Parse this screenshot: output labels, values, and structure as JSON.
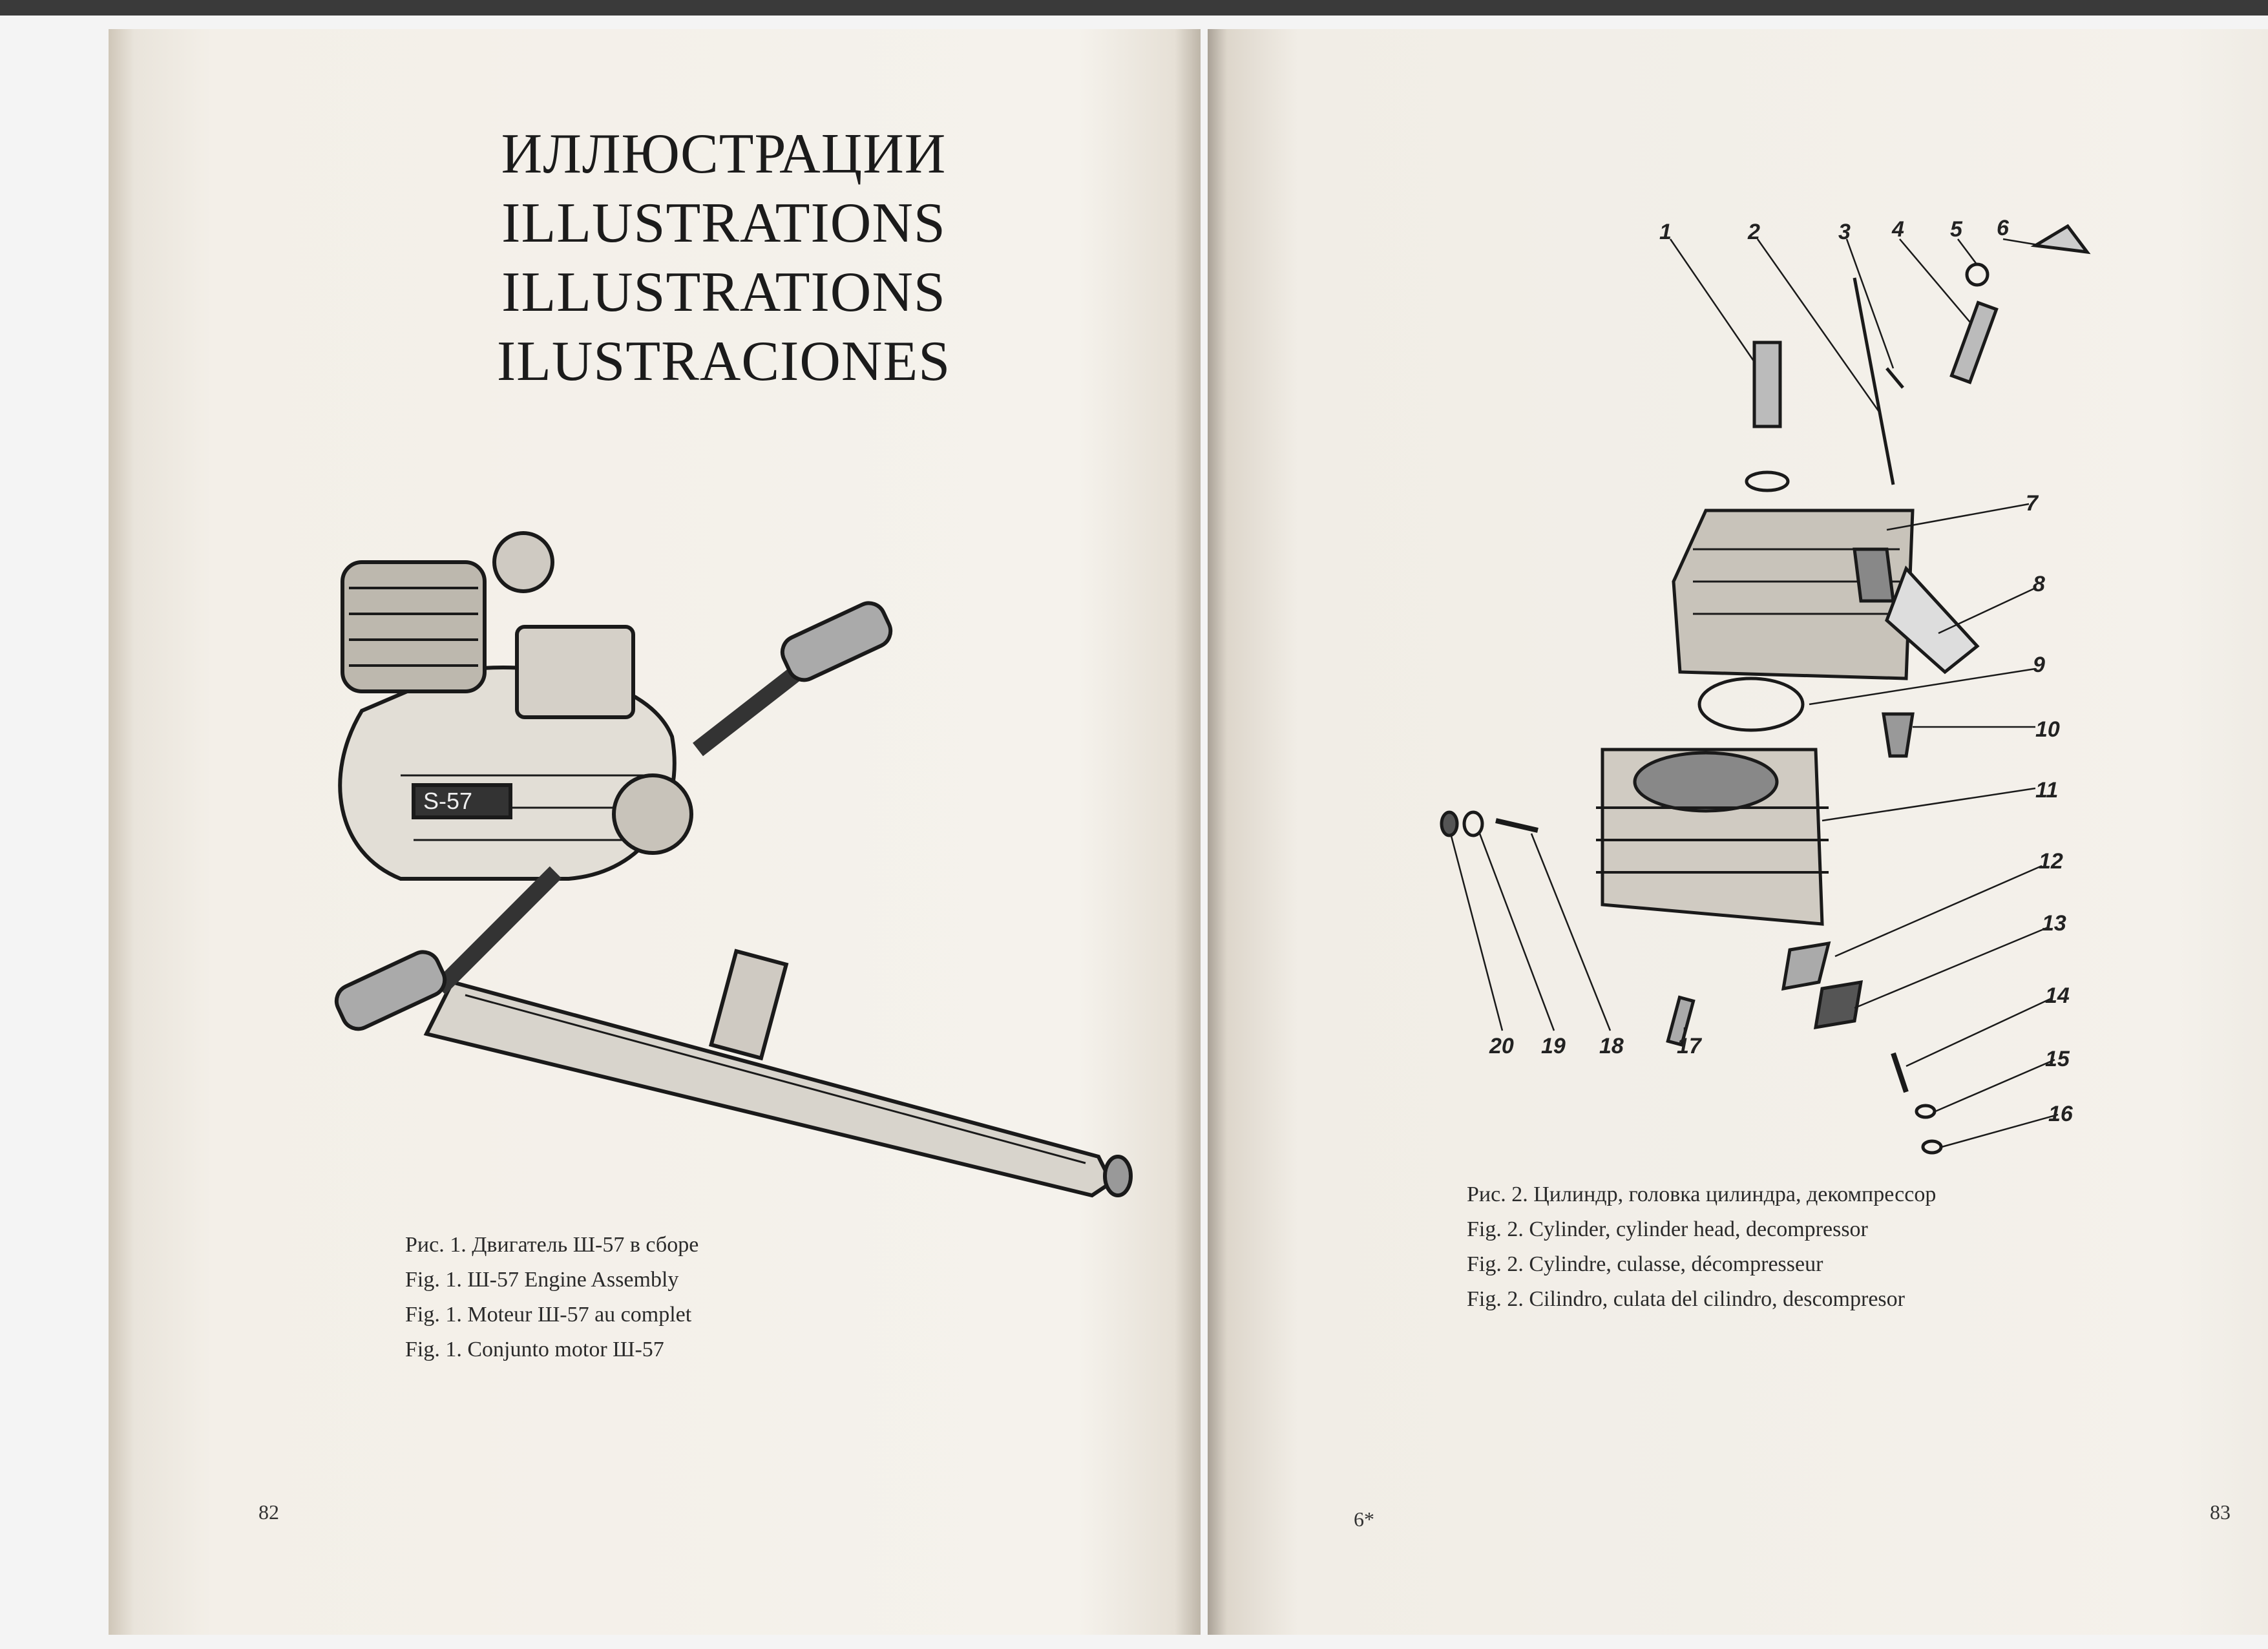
{
  "left_page": {
    "title_lines": [
      "ИЛЛЮСТРАЦИИ",
      "ILLUSTRATIONS",
      "ILLUSTRATIONS",
      "ILUSTRACIONES"
    ],
    "figure_label": "S-57",
    "caption_lines": [
      "Рис. 1. Двигатель Ш-57 в сборе",
      "Fig. 1. Ш-57 Engine Assembly",
      "Fig. 1. Moteur Ш-57 au complet",
      "Fig. 1. Conjunto motor Ш-57"
    ],
    "page_number": "82"
  },
  "right_page": {
    "part_labels": [
      "1",
      "2",
      "3",
      "4",
      "5",
      "6",
      "7",
      "8",
      "9",
      "10",
      "11",
      "12",
      "13",
      "14",
      "15",
      "16",
      "17",
      "18",
      "19",
      "20"
    ],
    "caption_lines": [
      "Рис. 2. Цилиндр, головка цилиндра, декомпрессор",
      "Fig. 2. Cylinder, cylinder head, decompressor",
      "Fig. 2. Cylindre, culasse, décompresseur",
      "Fig. 2. Cilindro, culata del cilindro, descompresor"
    ],
    "signature_mark": "6*",
    "page_number": "83"
  }
}
